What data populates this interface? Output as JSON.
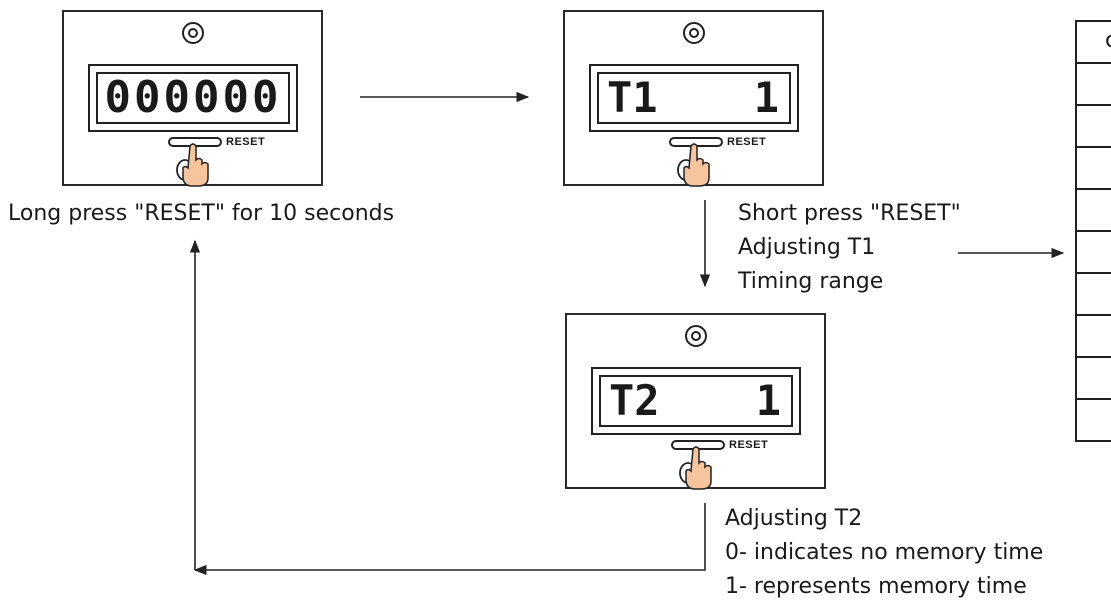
{
  "devices": [
    {
      "display": "000000",
      "reset_label": "RESET"
    },
    {
      "left": "T1",
      "right": "1",
      "reset_label": "RESET"
    },
    {
      "left": "T2",
      "right": "1",
      "reset_label": "RESET"
    }
  ],
  "captions": {
    "long_press": "Long press \"RESET\" for 10 seconds",
    "short_press": [
      "Short press \"RESET\"",
      "Adjusting T1",
      "Timing range"
    ],
    "adjust_t2": [
      "Adjusting T2",
      "0- indicates no memory time",
      "1- represents memory time"
    ]
  },
  "table": {
    "header": "c",
    "rows": 9
  }
}
